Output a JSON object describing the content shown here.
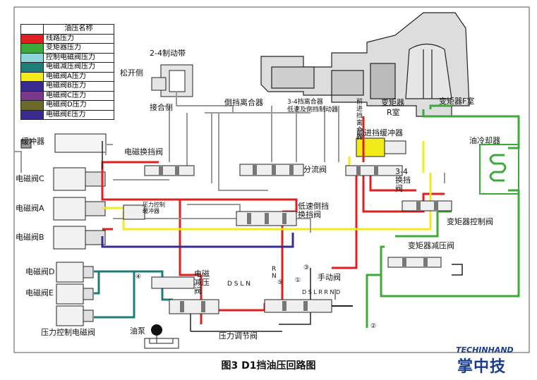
{
  "legend": {
    "title": "油压名称",
    "items": [
      {
        "label": "线路压力",
        "color": "#e02020"
      },
      {
        "label": "变矩器压力",
        "color": "#3fa83a"
      },
      {
        "label": "控制电磁阀压力",
        "color": "#8fd6dc"
      },
      {
        "label": "电磁减压阀压力",
        "color": "#1f7c78"
      },
      {
        "label": "电磁阀A压力",
        "color": "#f3ea1c"
      },
      {
        "label": "电磁阀B压力",
        "color": "#3a2c8e"
      },
      {
        "label": "电磁阀C压力",
        "color": "#7a3a8c"
      },
      {
        "label": "电磁阀D压力",
        "color": "#6b6a2a"
      },
      {
        "label": "电磁阀E压力",
        "color": "#3a2c8e"
      }
    ]
  },
  "labels": {
    "band_24": "2-4制动带",
    "release_side": "松开侧",
    "apply_side": "接合侧",
    "reverse_clutch": "倒挡离合器",
    "clutch_34": "3-4挡离合器",
    "low_reverse_brake": "低速及倒挡制动器",
    "forward_clutch": "前进挡离合器",
    "converter": "变矩器",
    "r_chamber": "R室",
    "f_chamber": "变矩器F室",
    "oil_cooler": "油冷却器",
    "accumulator": "缓冲器",
    "forward_accumulator": "前进挡缓冲器",
    "solenoid_shift_valve": "电磁换挡阀",
    "diverter_valve": "分流阀",
    "shift_valve_34": "3-4换挡阀",
    "solenoid_c": "电磁阀C",
    "solenoid_a": "电磁阀A",
    "solenoid_b": "电磁阀B",
    "solenoid_d": "电磁阀D",
    "solenoid_e": "电磁阀E",
    "pressure_control_accumulator": "压力控制缓冲器",
    "low_reverse_shift_valve": "低速倒挡换挡阀",
    "converter_control_valve": "变矩器控制阀",
    "converter_reducing_valve": "变矩器减压阀",
    "solenoid_reducing_valve": "电磁减压阀",
    "manual_valve": "手动阀",
    "pressure_control_solenoid": "压力控制电磁阀",
    "oil_pump": "油泵",
    "pressure_regulator": "压力调节阀",
    "dsln": "D S L N",
    "rn": "R N",
    "manual_positions": "D S L R R N D",
    "n1": "①",
    "n2": "②",
    "n3": "③",
    "n4": "④",
    "n5": "⑤"
  },
  "caption": "图3 D1挡油压回路图",
  "brand": {
    "en": "TECHINHAND",
    "cn": "掌中技"
  },
  "colors": {
    "line": "#e02020",
    "converter": "#3fa83a",
    "control": "#8fd6dc",
    "reducing": "#1f7c78",
    "sol_a": "#f3ea1c",
    "sol_b": "#3a2c8e",
    "gray": "#9a9a9a",
    "black": "#222222"
  }
}
